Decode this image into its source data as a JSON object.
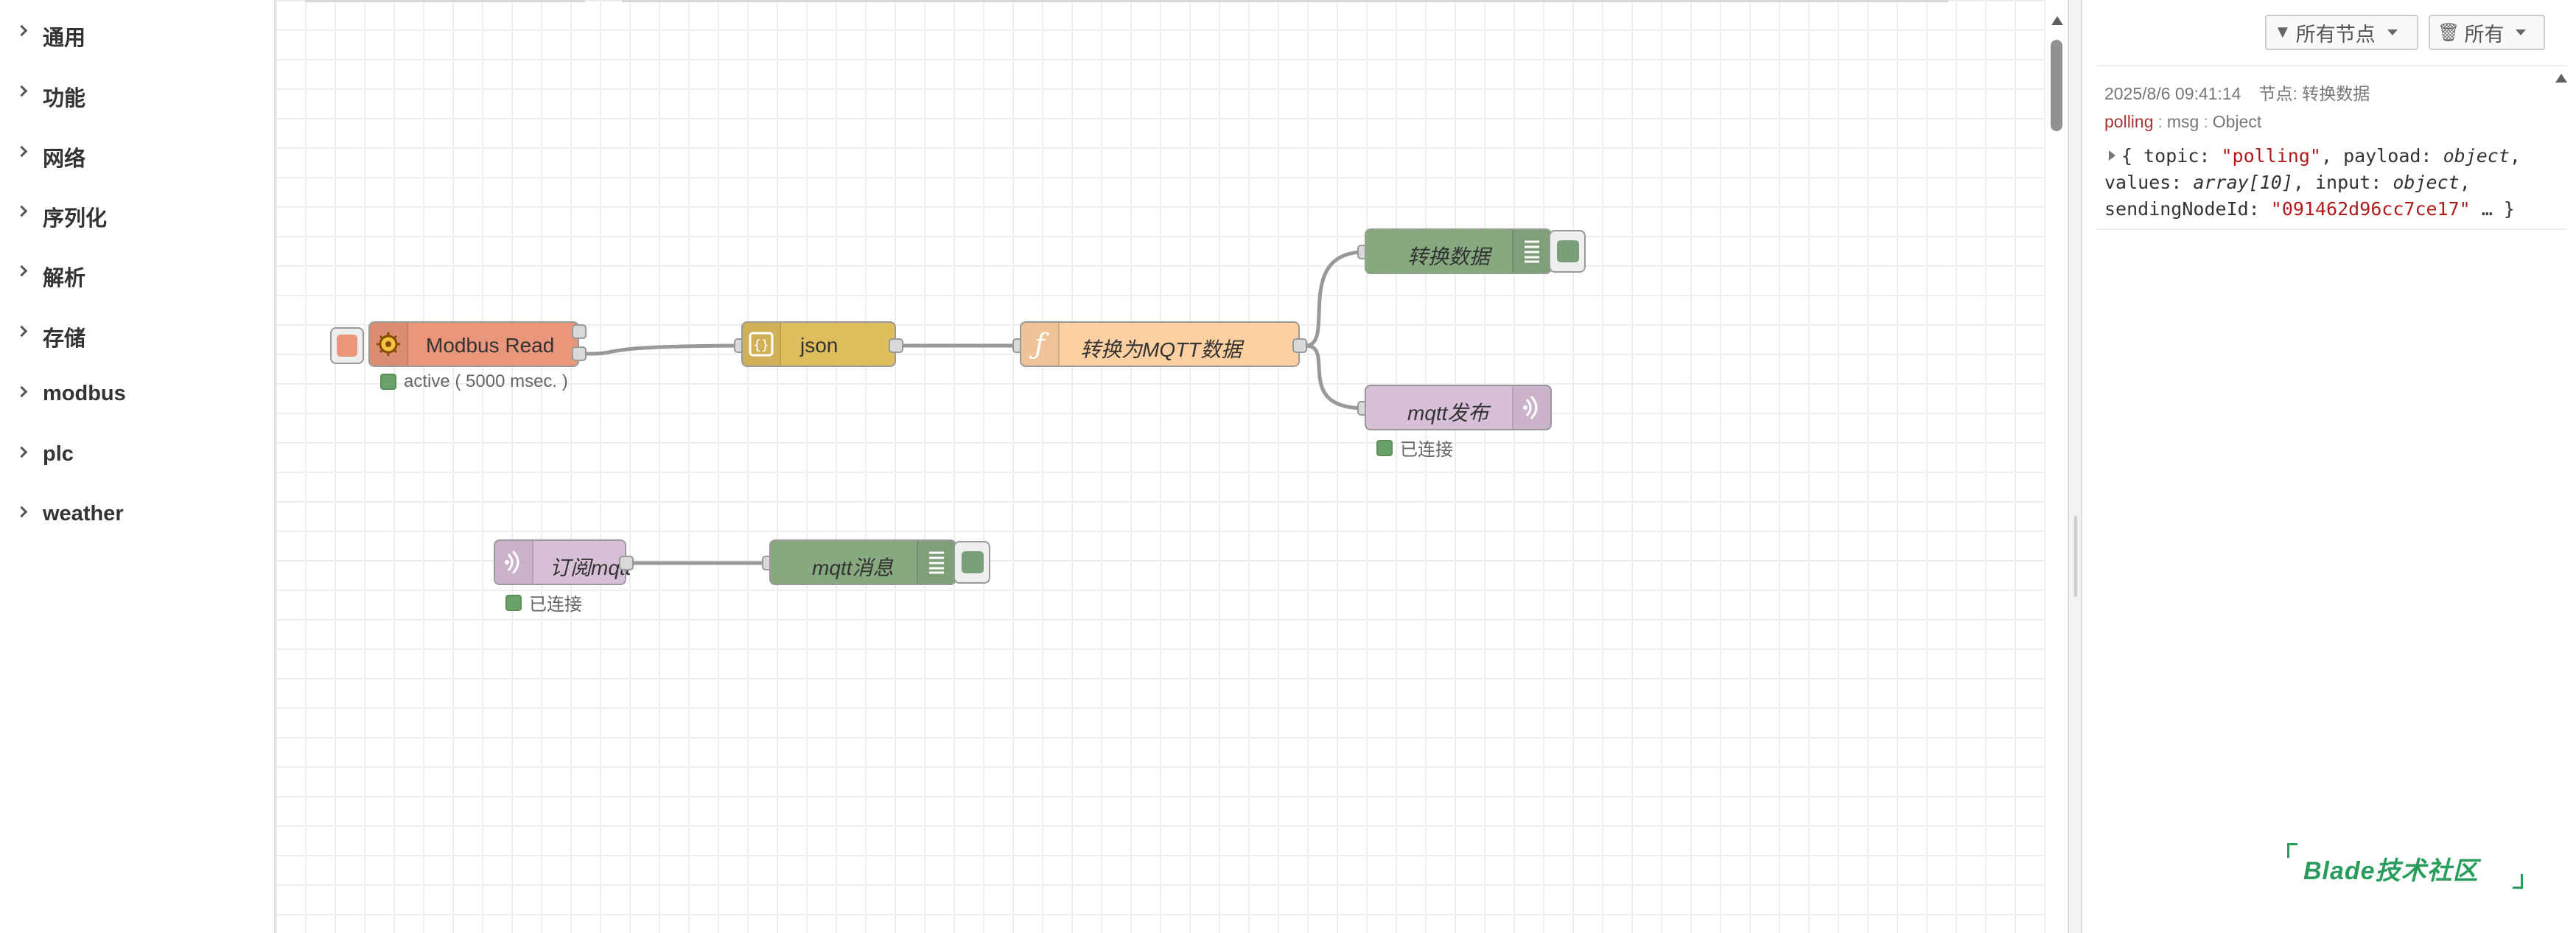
{
  "palette": {
    "categories": [
      {
        "label": "通用"
      },
      {
        "label": "功能"
      },
      {
        "label": "网络"
      },
      {
        "label": "序列化"
      },
      {
        "label": "解析"
      },
      {
        "label": "存储"
      },
      {
        "label": "modbus"
      },
      {
        "label": "plc"
      },
      {
        "label": "weather"
      }
    ]
  },
  "flow": {
    "nodes": {
      "modbus_read": {
        "label": "Modbus Read",
        "color": "#e9967a",
        "status": "active ( 5000 msec. )"
      },
      "json": {
        "label": "json",
        "color": "#debd5c"
      },
      "function": {
        "label": "转换为MQTT数据",
        "color": "#fdd0a2"
      },
      "debug_convert": {
        "label": "转换数据",
        "color": "#87a980"
      },
      "mqtt_out": {
        "label": "mqtt发布",
        "color": "#d8bfd8",
        "status": "已连接"
      },
      "mqtt_in": {
        "label": "订阅mqtt",
        "color": "#d8bfd8",
        "status": "已连接"
      },
      "debug_mqtt": {
        "label": "mqtt消息",
        "color": "#87a980"
      }
    },
    "icons": {
      "modbus": "gear-icon",
      "json": "json-braces-icon",
      "function": "function-icon",
      "debug": "list-icon",
      "mqtt": "radio-waves-icon"
    }
  },
  "sidebar": {
    "filter_nodes": "所有节点",
    "filter_clear": "所有",
    "message": {
      "timestamp": "2025/8/6 09:41:14",
      "node_ref": "节点: 转换数据",
      "topic": "polling",
      "path_sep": ":",
      "path": "msg",
      "type": "Object",
      "object_text": {
        "line1_open": "{",
        "k_topic": "topic:",
        "v_topic": "\"polling\"",
        "k_payload": "payload:",
        "v_payload": "object",
        "k_values": "values:",
        "v_values": "array[10]",
        "k_input": "input:",
        "v_input": "object",
        "k_sending": "sendingNodeId:",
        "v_sending": "\"091462d96cc7ce17\"",
        "close": "… }"
      }
    }
  },
  "watermark": "Blade技术社区",
  "status_colors": {
    "connected": "#6aa26a"
  }
}
